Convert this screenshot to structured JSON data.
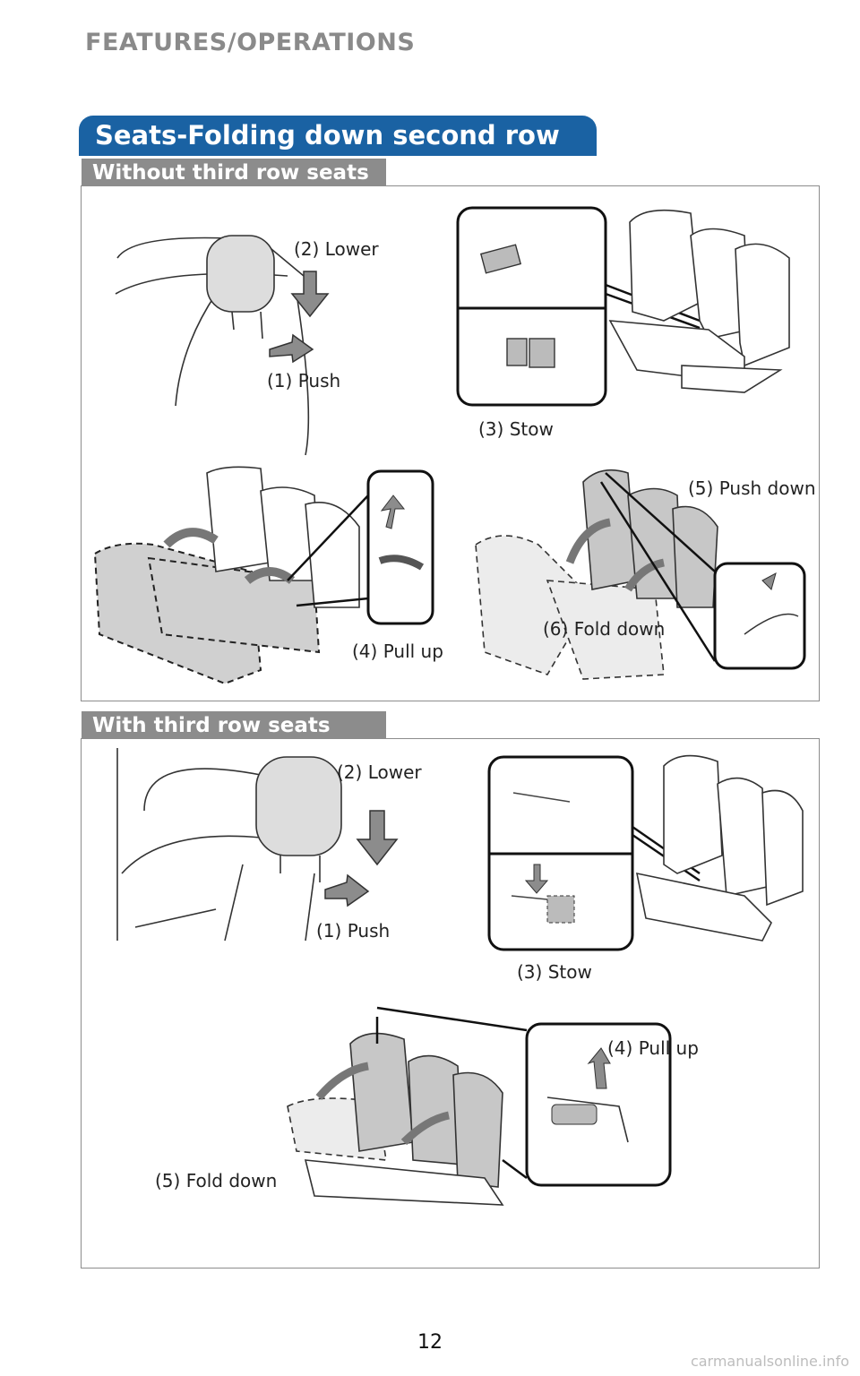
{
  "header": {
    "section": "FEATURES/OPERATIONS"
  },
  "banner": {
    "title": "Seats-Folding down second row seats"
  },
  "without": {
    "tab": "Without third row seats",
    "labels": {
      "lower": "(2) Lower",
      "push": "(1) Push",
      "stow": "(3) Stow",
      "push_down": "(5) Push down",
      "fold_down": "(6) Fold down",
      "pull_up": "(4) Pull up"
    }
  },
  "with": {
    "tab": "With third row seats",
    "labels": {
      "lower": "(2) Lower",
      "push": "(1) Push",
      "stow": "(3) Stow",
      "pull_up": "(4) Pull up",
      "fold_down": "(5) Fold down"
    }
  },
  "footer": {
    "page_number": "12",
    "watermark": "carmanualsonline.info"
  },
  "colors": {
    "banner": "#1a62a3",
    "tab": "#8c8c8c",
    "header": "#8a8a8a"
  }
}
